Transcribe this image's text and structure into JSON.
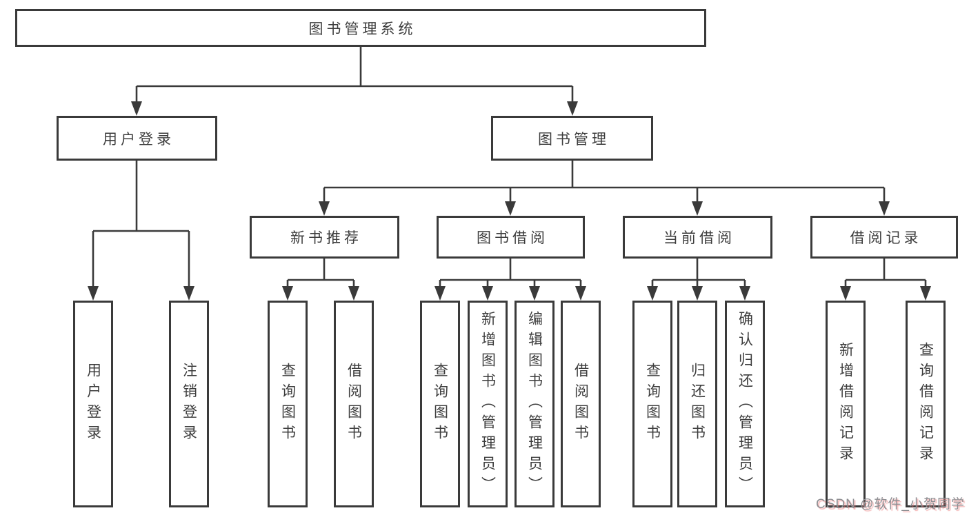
{
  "watermark": {
    "text": "CSDN @软件_小贺同学"
  },
  "colors": {
    "line": "#3a3a3a",
    "box_border": "#3a3a3a",
    "text": "#3d3d3d",
    "background": "#ffffff",
    "watermark_gray": "#8f8f93",
    "watermark_shadow_red": "#e97474"
  },
  "tree": {
    "root": {
      "label": "图书管理系统"
    },
    "branches": [
      {
        "label": "用户登录",
        "children": [
          {
            "label": "用户登录"
          },
          {
            "label": "注销登录"
          }
        ]
      },
      {
        "label": "图书管理",
        "children": [
          {
            "label": "新书推荐",
            "children": [
              {
                "label": "查询图书"
              },
              {
                "label": "借阅图书"
              }
            ]
          },
          {
            "label": "图书借阅",
            "children": [
              {
                "label": "查询图书"
              },
              {
                "label": "新增图书（管理员）"
              },
              {
                "label": "编辑图书（管理员）"
              },
              {
                "label": "借阅图书"
              }
            ]
          },
          {
            "label": "当前借阅",
            "children": [
              {
                "label": "查询图书"
              },
              {
                "label": "归还图书"
              },
              {
                "label": "确认归还（管理员）"
              }
            ]
          },
          {
            "label": "借阅记录",
            "children": [
              {
                "label": "新增借阅记录"
              },
              {
                "label": "查询借阅记录"
              }
            ]
          }
        ]
      }
    ]
  }
}
